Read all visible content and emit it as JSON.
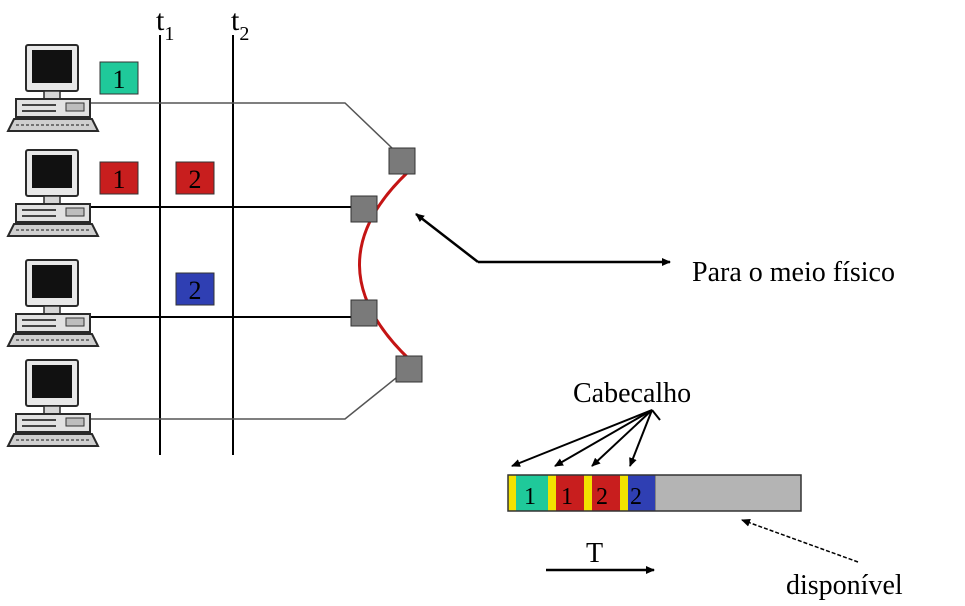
{
  "timelines": [
    {
      "label": "t",
      "subscript": "1"
    },
    {
      "label": "t",
      "subscript": "2"
    }
  ],
  "stations": [
    {
      "name": "computer-1"
    },
    {
      "name": "computer-2"
    },
    {
      "name": "computer-3"
    },
    {
      "name": "computer-4"
    }
  ],
  "packets": [
    {
      "label": "1",
      "color": "#1fc99a"
    },
    {
      "label": "1",
      "color": "#c81e1e"
    },
    {
      "label": "2",
      "color": "#c81e1e"
    },
    {
      "label": "2",
      "color": "#2f3fb3"
    }
  ],
  "medium_label": "Para o meio físico",
  "frame": {
    "header_label": "Cabecalho",
    "available_label": "disponível",
    "time_label": "T",
    "header_color": "#f2e200",
    "empty_color": "#b4b4b4",
    "slots": [
      {
        "label": "1",
        "color": "#1fc99a"
      },
      {
        "label": "1",
        "color": "#c81e1e"
      },
      {
        "label": "2",
        "color": "#c81e1e"
      },
      {
        "label": "2",
        "color": "#2f3fb3"
      }
    ]
  },
  "colors": {
    "mux_curve": "#c41414",
    "connector": "#7a7a7a"
  }
}
